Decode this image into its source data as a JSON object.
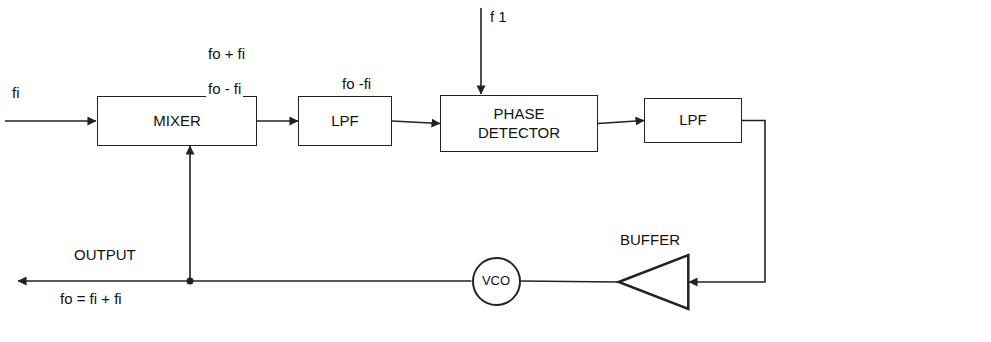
{
  "diagram": {
    "nodes": [
      {
        "text": [
          "MIXER"
        ]
      },
      {
        "text": [
          "LPF"
        ]
      },
      {
        "text": [
          "PHASE DETECTOR"
        ]
      },
      {
        "text": [
          "LPF"
        ]
      },
      {
        "text": [
          "VCO"
        ]
      },
      {
        "text": [
          "BUFFER"
        ]
      }
    ],
    "edges": [
      {
        "from": 0,
        "to": 1,
        "arrow": "to"
      },
      {
        "from": 1,
        "to": 2,
        "arrow": "to"
      },
      {
        "from": 2,
        "to": 3,
        "arrow": "to"
      },
      {
        "from": 3,
        "to": 5,
        "arrow": "to"
      },
      {
        "from": 5,
        "to": 4,
        "arrow": "none"
      },
      {
        "from": 4,
        "to": 0,
        "arrow": "to"
      }
    ],
    "labels": [
      "fi",
      "fo + fi",
      "fo - fi",
      "fo -fi",
      "f 1",
      "OUTPUT",
      "fo = fi + fi"
    ]
  }
}
